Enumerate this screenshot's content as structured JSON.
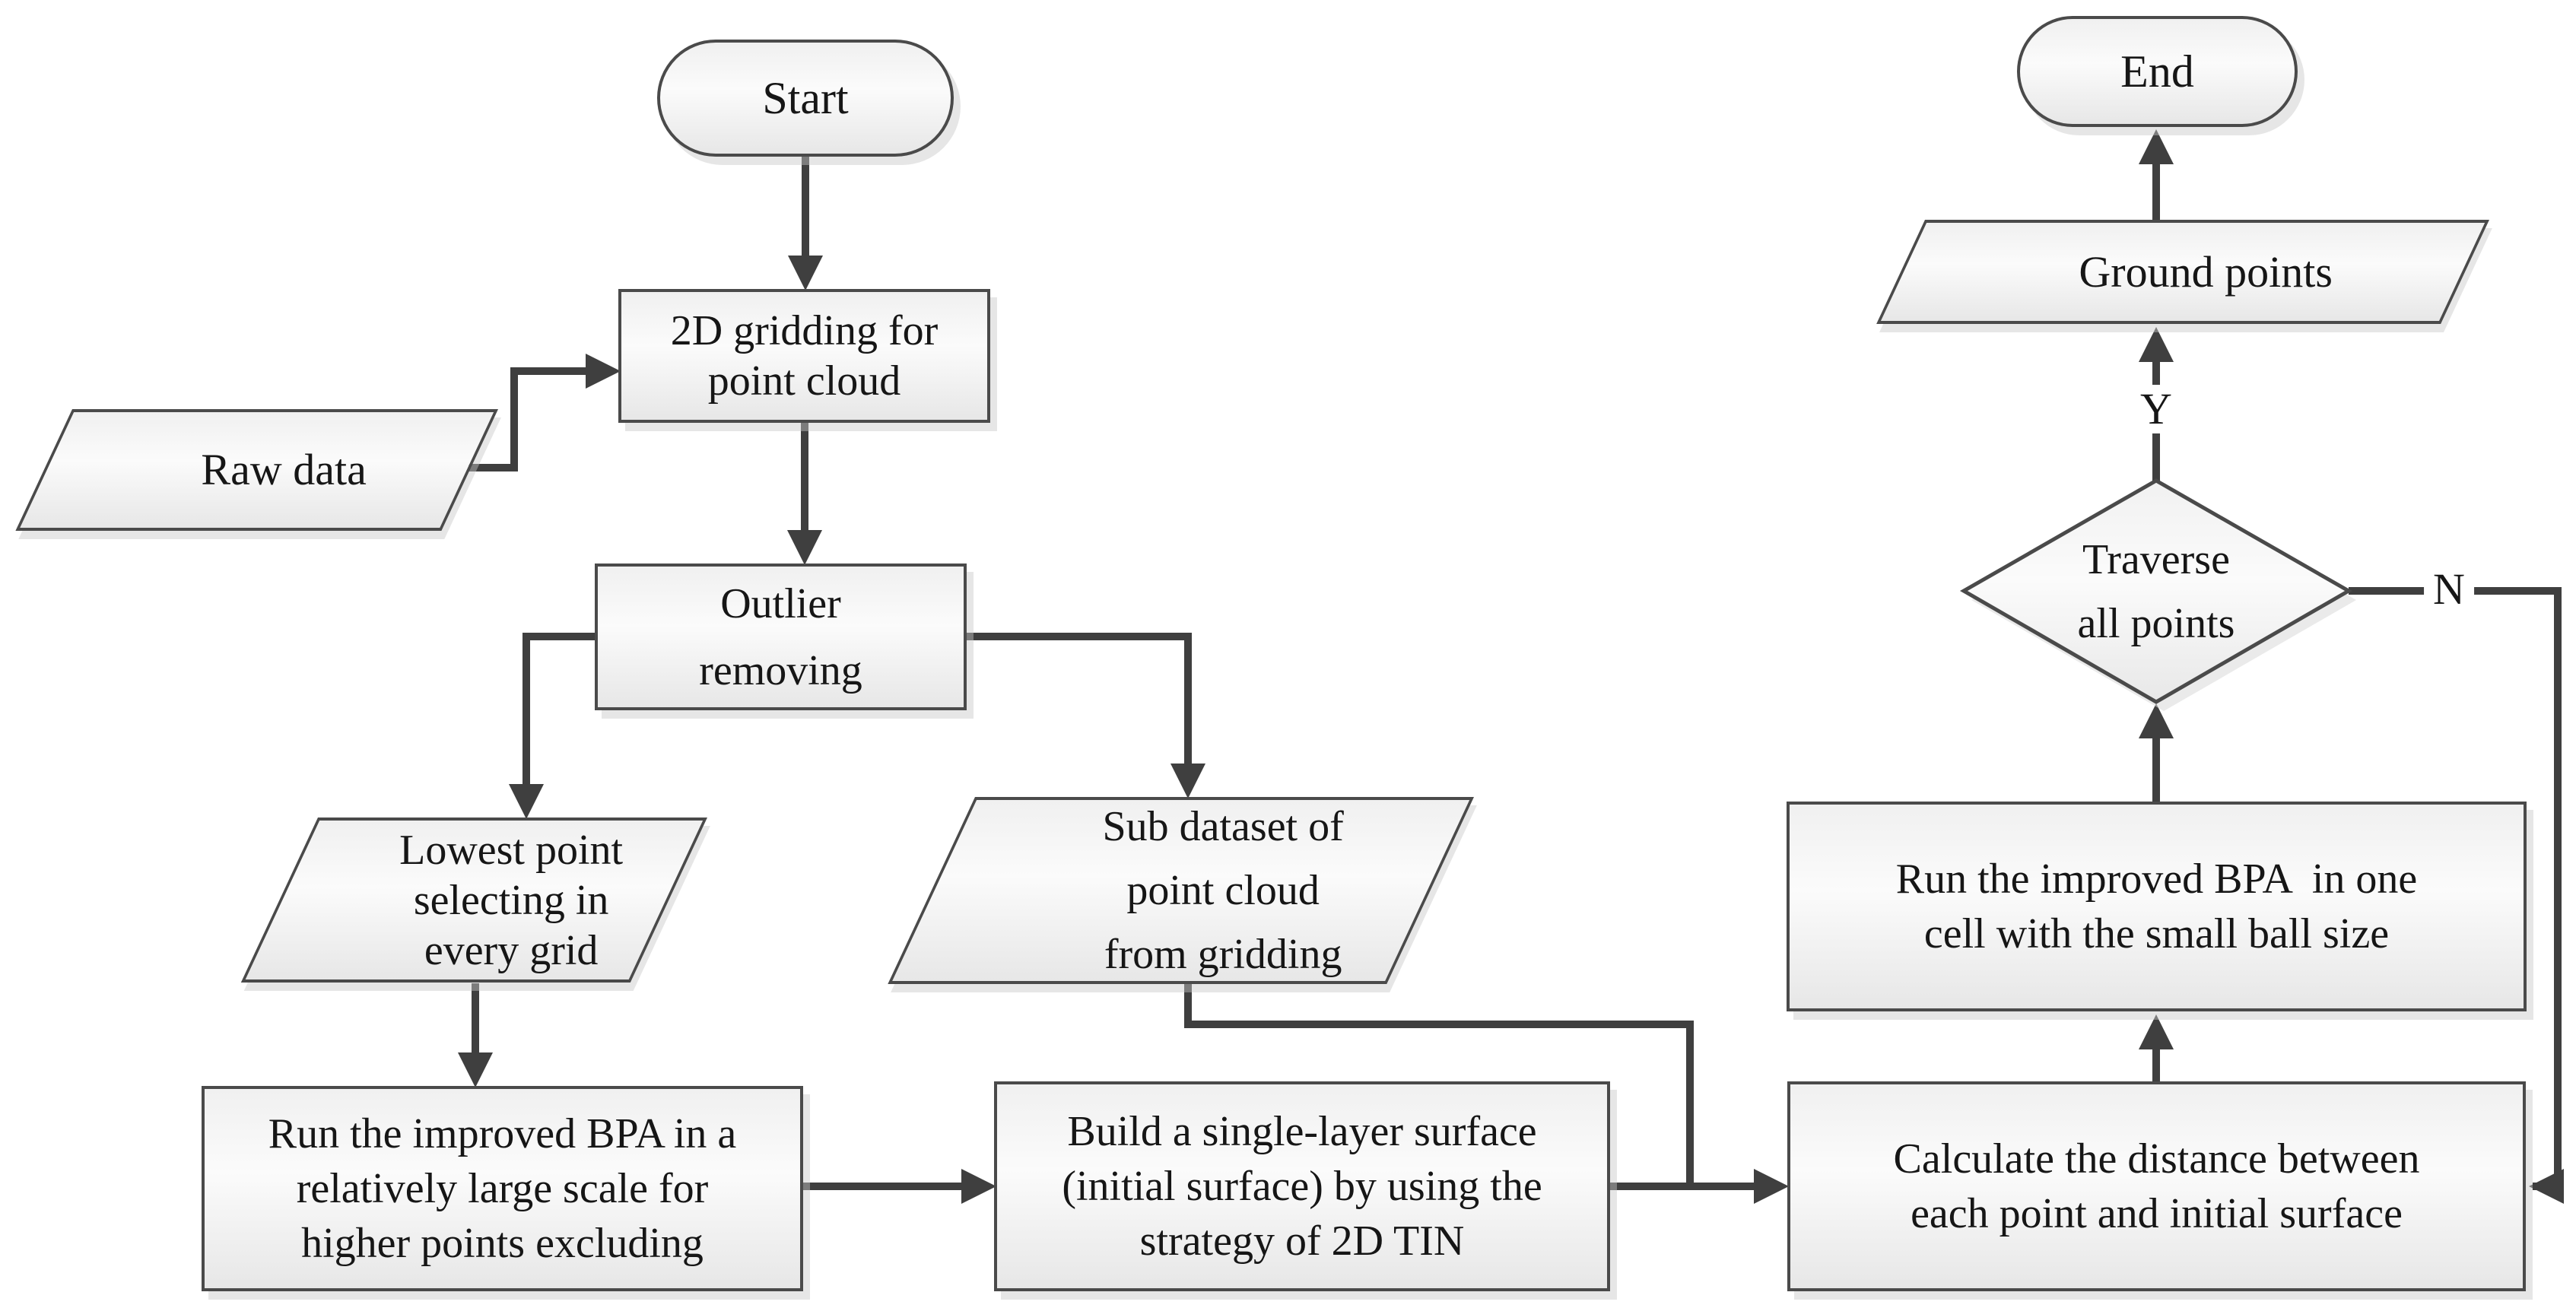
{
  "figure": {
    "kind": "flowchart",
    "background": "#ffffff"
  },
  "colors": {
    "line": "#3f3f3f",
    "arrow": "#3f3f3f",
    "node_border": "#4a4a4a",
    "node_fill_top": "#f0f0f0",
    "node_fill_mid": "#fbfbfb",
    "node_fill_bottom": "#e7e7e7",
    "shadow": "#d9d9d9",
    "text": "#161616"
  },
  "nodes": {
    "start": {
      "shape": "terminator",
      "lines": [
        "Start"
      ]
    },
    "gridding": {
      "shape": "process",
      "lines": [
        "2D gridding for",
        "point cloud"
      ]
    },
    "raw_data": {
      "shape": "data-parallelogram",
      "lines": [
        "Raw data"
      ]
    },
    "outlier_removing": {
      "shape": "process",
      "lines": [
        "Outlier",
        "removing"
      ]
    },
    "lowest_point": {
      "shape": "data-parallelogram",
      "lines": [
        "Lowest point",
        "selecting in",
        "every grid"
      ]
    },
    "sub_dataset": {
      "shape": "data-parallelogram",
      "lines": [
        "Sub dataset of",
        "point cloud",
        "from gridding"
      ]
    },
    "run_bpa_large": {
      "shape": "process",
      "lines": [
        "Run the improved BPA in a",
        "relatively large scale for",
        "higher points excluding"
      ]
    },
    "build_surface": {
      "shape": "process",
      "lines": [
        "Build a single-layer surface",
        "(initial surface) by using the",
        "strategy of 2D TIN"
      ]
    },
    "calc_distance": {
      "shape": "process",
      "lines": [
        "Calculate the distance between",
        "each point and initial surface"
      ]
    },
    "run_bpa_small": {
      "shape": "process",
      "lines": [
        "Run the improved BPA  in one",
        "cell with the small ball size"
      ]
    },
    "traverse_all_points": {
      "shape": "decision-diamond",
      "lines": [
        "Traverse",
        "all points"
      ]
    },
    "ground_points": {
      "shape": "data-parallelogram",
      "lines": [
        "Ground points"
      ]
    },
    "end": {
      "shape": "terminator",
      "lines": [
        "End"
      ]
    }
  },
  "edges": [
    {
      "from": "start",
      "to": "gridding",
      "label": ""
    },
    {
      "from": "raw_data",
      "to": "gridding",
      "label": ""
    },
    {
      "from": "gridding",
      "to": "outlier_removing",
      "label": ""
    },
    {
      "from": "outlier_removing",
      "to": "lowest_point",
      "label": ""
    },
    {
      "from": "outlier_removing",
      "to": "sub_dataset",
      "label": ""
    },
    {
      "from": "lowest_point",
      "to": "run_bpa_large",
      "label": ""
    },
    {
      "from": "run_bpa_large",
      "to": "build_surface",
      "label": ""
    },
    {
      "from": "sub_dataset",
      "to": "calc_distance",
      "label": ""
    },
    {
      "from": "build_surface",
      "to": "calc_distance",
      "label": ""
    },
    {
      "from": "calc_distance",
      "to": "run_bpa_small",
      "label": ""
    },
    {
      "from": "run_bpa_small",
      "to": "traverse_all_points",
      "label": ""
    },
    {
      "from": "traverse_all_points",
      "to": "ground_points",
      "label": "Y"
    },
    {
      "from": "traverse_all_points",
      "to": "calc_distance",
      "label": "N"
    },
    {
      "from": "ground_points",
      "to": "end",
      "label": ""
    }
  ]
}
